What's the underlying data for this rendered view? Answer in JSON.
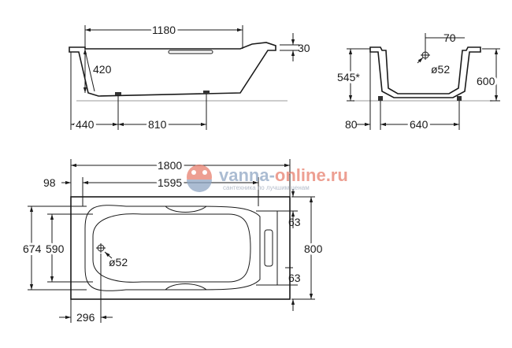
{
  "side_view": {
    "length_top": "1180",
    "depth": "420",
    "rim": "30",
    "leg_offset": "440",
    "leg_spacing": "810"
  },
  "end_view": {
    "overflow_offset": "70",
    "drain_diameter": "ø52",
    "height_star": "545*",
    "height": "600",
    "leg_offset": "80",
    "leg_spacing": "640"
  },
  "top_view": {
    "length": "1800",
    "inner_length": "1595",
    "offset_left": "98",
    "width_outer_inner": "674",
    "width_inner": "590",
    "width": "800",
    "handle_top": "63",
    "handle_bottom": "63",
    "drain_offset": "296",
    "drain_diameter": "ø52"
  },
  "watermark": {
    "site": "vanna-online.ru",
    "tagline": "сантехника по лучшим ценам",
    "colors": {
      "site": "#e8806e",
      "logo": "#e8806e"
    }
  }
}
